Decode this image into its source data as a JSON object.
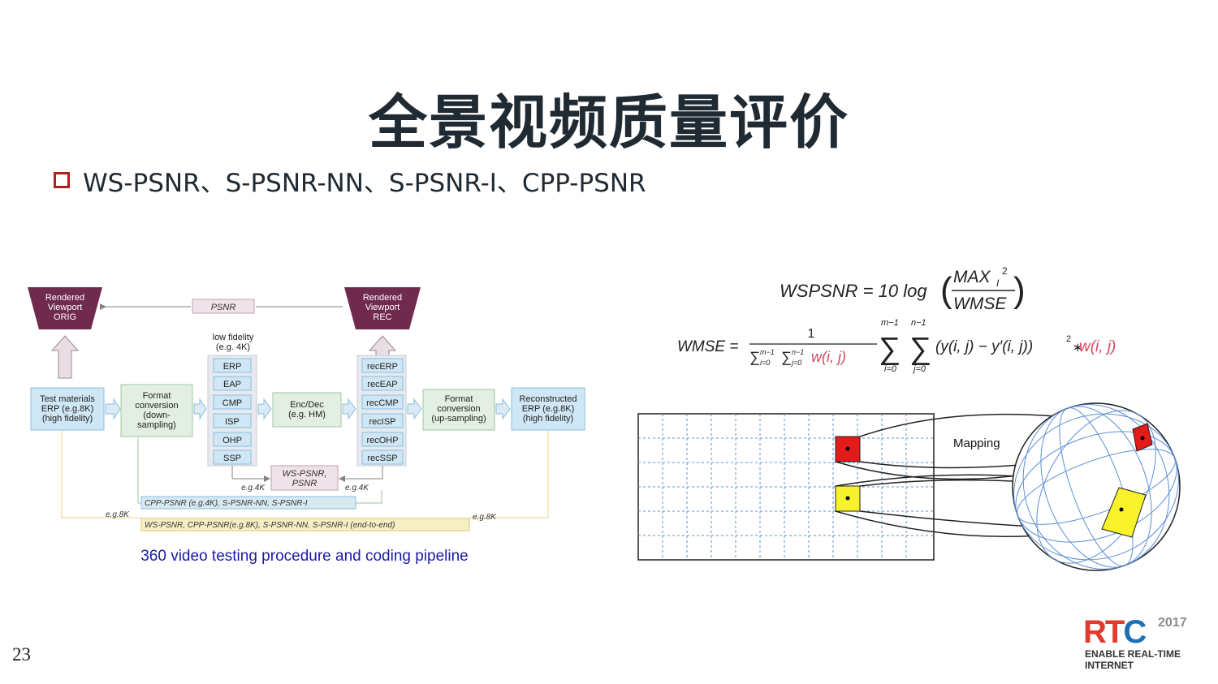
{
  "title": "全景视频质量评价",
  "bullet": "WS-PSNR、S-PSNR-NN、S-PSNR-I、CPP-PSNR",
  "pipeline": {
    "orig_viewport": [
      "Rendered",
      "Viewport",
      "ORIG"
    ],
    "rec_viewport": [
      "Rendered",
      "Viewport",
      "REC"
    ],
    "psnr_label": "PSNR",
    "test_materials": [
      "Test materials",
      "ERP (e.g.8K)",
      "(high fidelity)"
    ],
    "format_down": [
      "Format",
      "conversion",
      "(down-",
      "sampling)"
    ],
    "low_fidelity": [
      "low fidelity",
      "(e.g. 4K)"
    ],
    "formats": [
      "ERP",
      "EAP",
      "CMP",
      "ISP",
      "OHP",
      "SSP"
    ],
    "encdec": [
      "Enc/Dec",
      "(e.g. HM)"
    ],
    "rec_formats": [
      "recERP",
      "recEAP",
      "recCMP",
      "recISP",
      "recOHP",
      "recSSP"
    ],
    "format_up": [
      "Format",
      "conversion",
      "(up-sampling)"
    ],
    "reconstructed": [
      "Reconstructed",
      "ERP (e.g.8K)",
      "(high fidelity)"
    ],
    "ws_psnr_box": [
      "WS-PSNR,",
      "PSNR"
    ],
    "eg4k_left": "e.g.4K",
    "eg4k_right": "e.g.4K",
    "cpp_label": "CPP-PSNR (e.g.4K), S-PSNR-NN, S-PSNR-I",
    "eg8k_left": "e.g.8K",
    "eg8k_right": "e.g.8K",
    "ws_label": "WS-PSNR, CPP-PSNR(e.g.8K), S-PSNR-NN, S-PSNR-I (end-to-end)",
    "caption": "360 video testing procedure and coding pipeline"
  },
  "formula": {
    "wspsnr_lhs": "WSPSNR = 10 log",
    "max_term": "MAX",
    "max_sub": "I",
    "max_sup": "2",
    "wmse_den": "WMSE",
    "wmse_lhs": "WMSE =",
    "numerator_one": "1",
    "sum_den_a": "∑",
    "sum_den_a_sub": "i=0",
    "sum_den_a_sup": "m−1",
    "sum_den_b": "∑",
    "sum_den_b_sub": "j=0",
    "sum_den_b_sup": "n−1",
    "w_ij": "w(i, j)",
    "big_sum1_sup": "m−1",
    "big_sum1_sub": "i=0",
    "big_sum2_sup": "n−1",
    "big_sum2_sub": "j=0",
    "diff_term": "(y(i, j) − y′(i, j))",
    "diff_sup": "2",
    "star": "∗",
    "w_ij2": "w(i, j)"
  },
  "mapping_label": "Mapping",
  "page_number": "23",
  "logo": {
    "rtc_r": "R",
    "rtc_t": "T",
    "rtc_c": "C",
    "year": "2017",
    "tagline_1": "ENABLE REAL-TIME",
    "tagline_2": "INTERNET"
  },
  "colors": {
    "accent_red": "#b0201f",
    "title": "#1f2a33",
    "box_blue": "#cfe6f4",
    "box_blue_border": "#8bbfe0",
    "box_green": "#e2efe2",
    "box_green_border": "#9fc79f",
    "viewport_purple": "#6f2a4e",
    "psnr_box": "#efe2e8",
    "formula_red": "#d9465e",
    "grid_blue": "#5e8fd6",
    "patch_red": "#e31b1b",
    "patch_yellow": "#f7f22a",
    "caption_blue": "#1a1aa8"
  }
}
